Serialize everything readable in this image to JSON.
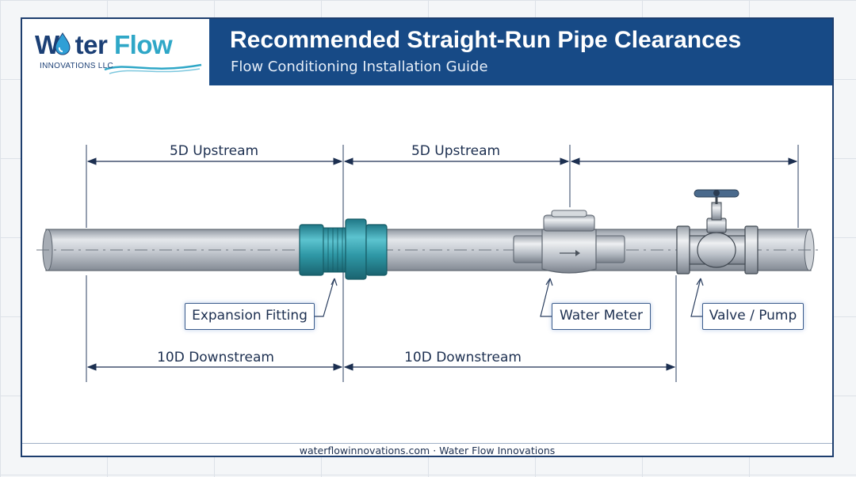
{
  "header": {
    "title": "Recommended Straight-Run Pipe Clearances",
    "subtitle": "Flow Conditioning Installation Guide"
  },
  "logo": {
    "text_w": "W",
    "text_ter": "ter",
    "text_flow": "Flow",
    "company_line": "INNOVATIONS LLC"
  },
  "dimensions": {
    "top_left": "5D Upstream",
    "top_middle": "5D Upstream",
    "top_right": "",
    "bottom_left": "10D Downstream",
    "bottom_right": "10D Downstream"
  },
  "callouts": {
    "expansion_fitting": "Expansion Fitting",
    "water_meter": "Water Meter",
    "valve_pump": "Valve / Pump"
  },
  "footer": {
    "text": "waterflowinnovations.com · Water Flow Innovations"
  },
  "colors": {
    "header_bg": "#174a86",
    "fitting": "#2f98a6",
    "pipe": "#b9bec6",
    "text": "#1c2f50"
  },
  "icons": [
    "water-drop-icon",
    "wave-swoosh-icon",
    "flow-arrow-icon",
    "handwheel-icon"
  ]
}
